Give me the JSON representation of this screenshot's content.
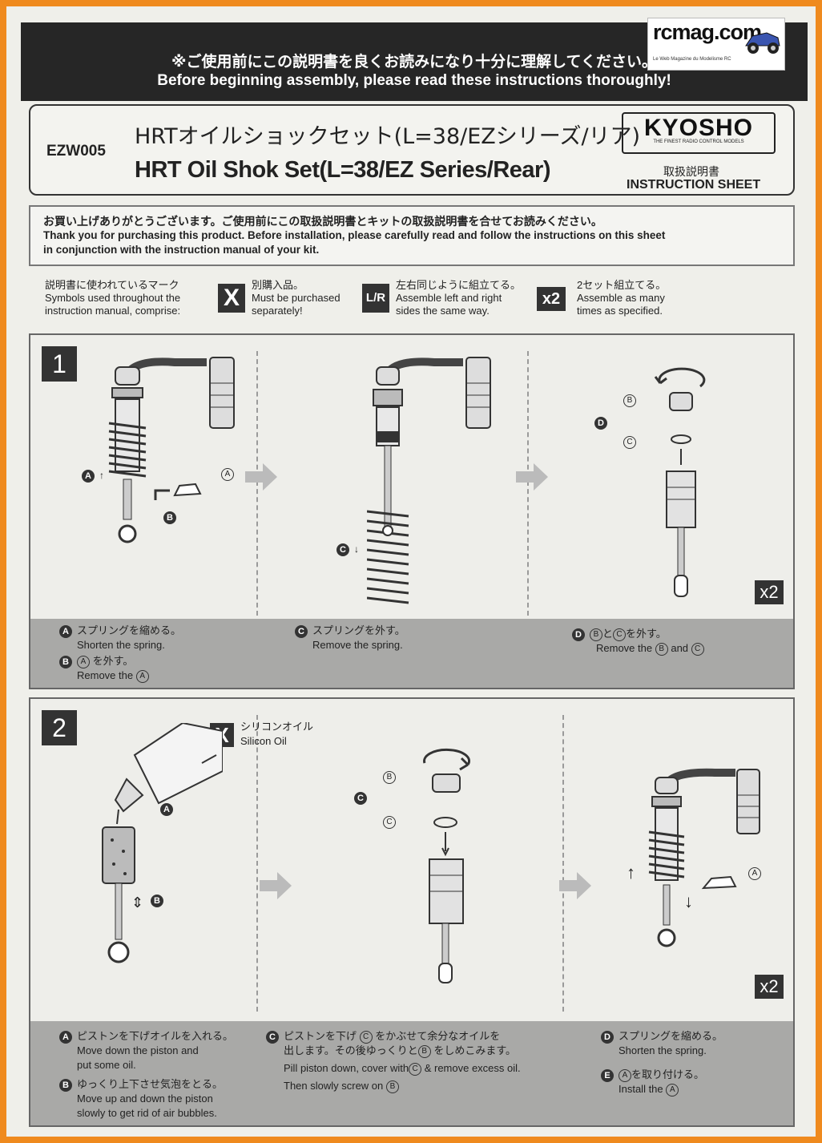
{
  "banner": {
    "jp": "※ご使用前にこの説明書を良くお読みになり十分に理解してください。",
    "en": "Before beginning assembly, please read these instructions thoroughly!"
  },
  "watermark": {
    "site": "rcmag.com",
    "tagline": "Le Web Magazine du Modelisme RC"
  },
  "header": {
    "code": "EZW005",
    "title_jp": "HRTオイルショックセット(L=38/EZシリーズ/リア)",
    "title_en": "HRT Oil Shok Set(L=38/EZ Series/Rear)",
    "brand": "KYOSHO",
    "brand_tagline": "THE FINEST RADIO CONTROL MODELS",
    "sheet_jp": "取扱説明書",
    "sheet_en": "INSTRUCTION SHEET"
  },
  "intro": {
    "jp": "お買い上げありがとうございます。ご使用前にこの取扱説明書とキットの取扱説明書を合せてお読みください。",
    "en_line1": "Thank you for purchasing this product. Before installation, please carefully read and follow the instructions on this sheet",
    "en_line2": "in conjunction with the instruction manual of your kit."
  },
  "symbols": {
    "intro_jp": "説明書に使われているマーク",
    "intro_en1": "Symbols used throughout the",
    "intro_en2": "instruction manual, comprise:",
    "purchase_jp": "別購入品。",
    "purchase_en1": "Must be purchased",
    "purchase_en2": "separately!",
    "purchase_icon": "X",
    "lr_jp": "左右同じように組立てる。",
    "lr_en1": "Assemble left and right",
    "lr_en2": "sides the same way.",
    "lr_icon": "L/R",
    "x2_jp": "2セット組立てる。",
    "x2_en1": "Assemble as many",
    "x2_en2": "times as specified.",
    "x2_icon": "x2"
  },
  "step1": {
    "number": "1",
    "multiplier": "x2",
    "a_jp": "スプリングを縮める。",
    "a_en": "Shorten the spring.",
    "b_jp": "を外す。",
    "b_en": "Remove the",
    "c_jp": "スプリングを外す。",
    "c_en": "Remove the spring.",
    "d_jp": "と",
    "d_jp2": "を外す。",
    "d_en": "Remove the",
    "d_en2": "and"
  },
  "step2": {
    "number": "2",
    "multiplier": "x2",
    "oil_jp": "シリコンオイル",
    "oil_en": "Silicon Oil",
    "a_jp": "ピストンを下げオイルを入れる。",
    "a_en1": "Move down the piston and",
    "a_en2": "put some oil.",
    "b_jp": "ゆっくり上下させ気泡をとる。",
    "b_en1": "Move up and down the piston",
    "b_en2": "slowly to get rid of air bubbles.",
    "c_jp1": "ピストンを下げ",
    "c_jp1b": "をかぶせて余分なオイルを",
    "c_jp2": "出します。その後ゆっくりと",
    "c_jp2b": "をしめこみます。",
    "c_en1": "Pill piston down, cover with",
    "c_en1b": "& remove excess oil.",
    "c_en2": "Then slowly screw on",
    "d_jp": "スプリングを縮める。",
    "d_en": "Shorten the spring.",
    "e_jp": "を取り付ける。",
    "e_en": "Install the"
  },
  "letters": {
    "A": "A",
    "B": "B",
    "C": "C",
    "D": "D",
    "E": "E"
  }
}
